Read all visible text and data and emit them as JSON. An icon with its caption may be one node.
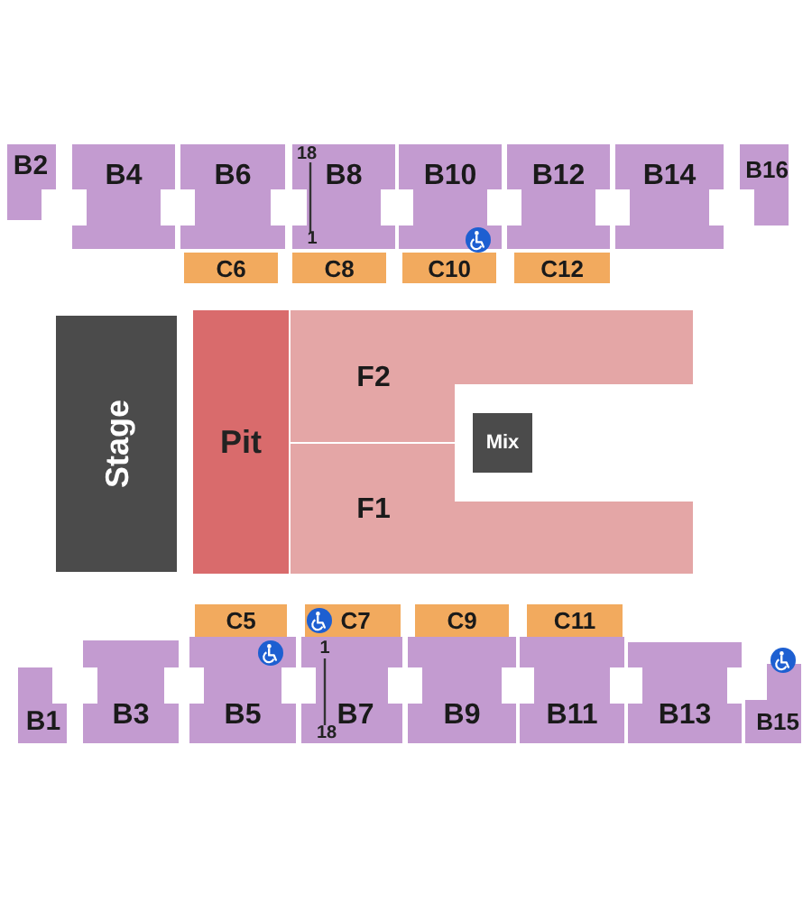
{
  "diagram": {
    "nodes": [
      {
        "text": [
          "B2"
        ]
      },
      {
        "text": [
          "B4"
        ]
      },
      {
        "text": [
          "B6"
        ]
      },
      {
        "text": [
          "B8"
        ]
      },
      {
        "text": [
          "B10"
        ]
      },
      {
        "text": [
          "B12"
        ]
      },
      {
        "text": [
          "B14"
        ]
      },
      {
        "text": [
          "B16"
        ]
      },
      {
        "text": [
          "C6"
        ]
      },
      {
        "text": [
          "C8"
        ]
      },
      {
        "text": [
          "C10"
        ]
      },
      {
        "text": [
          "C12"
        ]
      },
      {
        "text": [
          "Stage"
        ]
      },
      {
        "text": [
          "Pit"
        ]
      },
      {
        "text": [
          "F2"
        ]
      },
      {
        "text": [
          "Mix"
        ]
      },
      {
        "text": [
          "F1"
        ]
      },
      {
        "text": [
          "C5"
        ]
      },
      {
        "text": [
          "C7"
        ]
      },
      {
        "text": [
          "C9"
        ]
      },
      {
        "text": [
          "C11"
        ]
      },
      {
        "text": [
          "B1"
        ]
      },
      {
        "text": [
          "B3"
        ]
      },
      {
        "text": [
          "B5"
        ]
      },
      {
        "text": [
          "B7"
        ]
      },
      {
        "text": [
          "B9"
        ]
      },
      {
        "text": [
          "B11"
        ]
      },
      {
        "text": [
          "B13"
        ]
      },
      {
        "text": [
          "B15"
        ]
      }
    ],
    "labels": [
      "18",
      "1",
      "1",
      "18"
    ]
  }
}
